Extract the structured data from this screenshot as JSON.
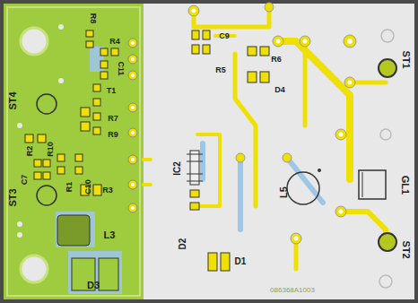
{
  "diagram": {
    "labels": [
      "R8",
      "R4",
      "C11",
      "T1",
      "R7",
      "R9",
      "ST4",
      "R2",
      "R10",
      "R1",
      "C10",
      "C7",
      "R3",
      "ST3",
      "L3",
      "D3",
      "C9",
      "R5",
      "R6",
      "D4",
      "IC2",
      "L5",
      "D2",
      "D1",
      "ST1",
      "GL1",
      "ST2",
      "086368A1003"
    ]
  }
}
